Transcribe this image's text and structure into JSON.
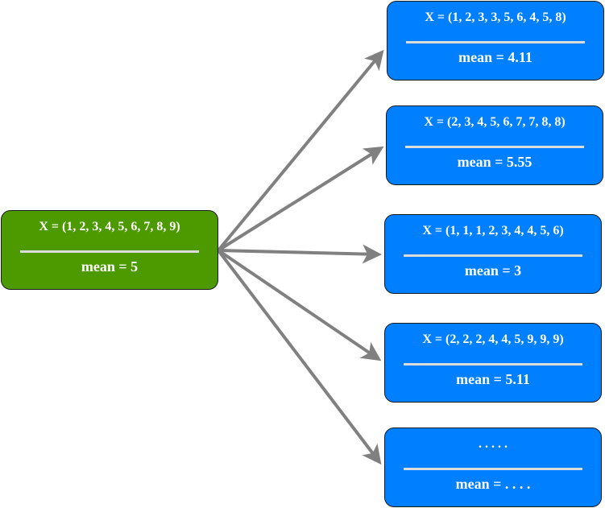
{
  "source": {
    "title": "X = (1, 2, 3, 4, 5, 6, 7, 8, 9)",
    "mean": "mean = 5"
  },
  "samples": [
    {
      "title": "X = (1, 2, 3, 3, 5, 6, 4, 5, 8)",
      "mean": "mean = 4.11"
    },
    {
      "title": "X = (2, 3, 4, 5, 6, 7, 7, 8, 8)",
      "mean": "mean = 5.55"
    },
    {
      "title": "X = (1, 1, 1, 2, 3, 4, 4, 5, 6)",
      "mean": "mean = 3"
    },
    {
      "title": "X = (2, 2, 2, 4, 4, 5, 9, 9, 9)",
      "mean": "mean = 5.11"
    },
    {
      "title": ". . . . .",
      "mean": "mean = . . . ."
    }
  ],
  "colors": {
    "source": "#4d9900",
    "sample": "#007fff",
    "arrow": "#808080"
  }
}
